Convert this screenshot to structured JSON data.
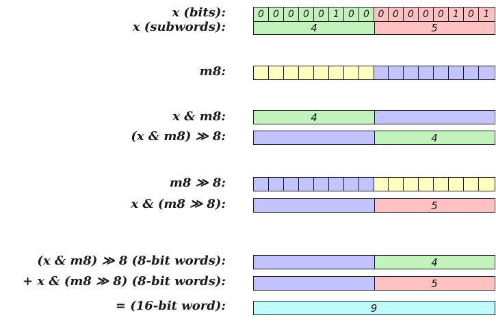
{
  "colors": {
    "green": "#c3f3bd",
    "red": "#ffc1c1",
    "yellow": "#ffffc0",
    "blue": "#c3c3ff",
    "cyan": "#c0fbfb"
  },
  "rows": {
    "x_bits": {
      "label": "x (bits):",
      "bits": [
        "0",
        "0",
        "0",
        "0",
        "0",
        "1",
        "0",
        "0",
        "0",
        "0",
        "0",
        "0",
        "0",
        "1",
        "0",
        "1"
      ]
    },
    "x_subwords": {
      "label": "x (subwords):",
      "high": "4",
      "low": "5"
    },
    "m8": {
      "label": "m8:"
    },
    "x_and_m8": {
      "label": "x & m8:",
      "high": "4",
      "low": ""
    },
    "x_and_m8_shift": {
      "label": "(x & m8) ≫ 8:",
      "high": "",
      "low": "4"
    },
    "m8_shift": {
      "label": "m8 ≫ 8:"
    },
    "x_and_m8shift": {
      "label": "x & (m8 ≫ 8):",
      "high": "",
      "low": "5"
    },
    "sum_a": {
      "label": "(x & m8) ≫ 8 (8-bit words):",
      "high": "",
      "low": "4"
    },
    "sum_b": {
      "label": "+ x & (m8 ≫ 8) (8-bit words):",
      "high": "",
      "low": "5"
    },
    "result": {
      "label": "= (16-bit word):",
      "value": "9"
    }
  }
}
